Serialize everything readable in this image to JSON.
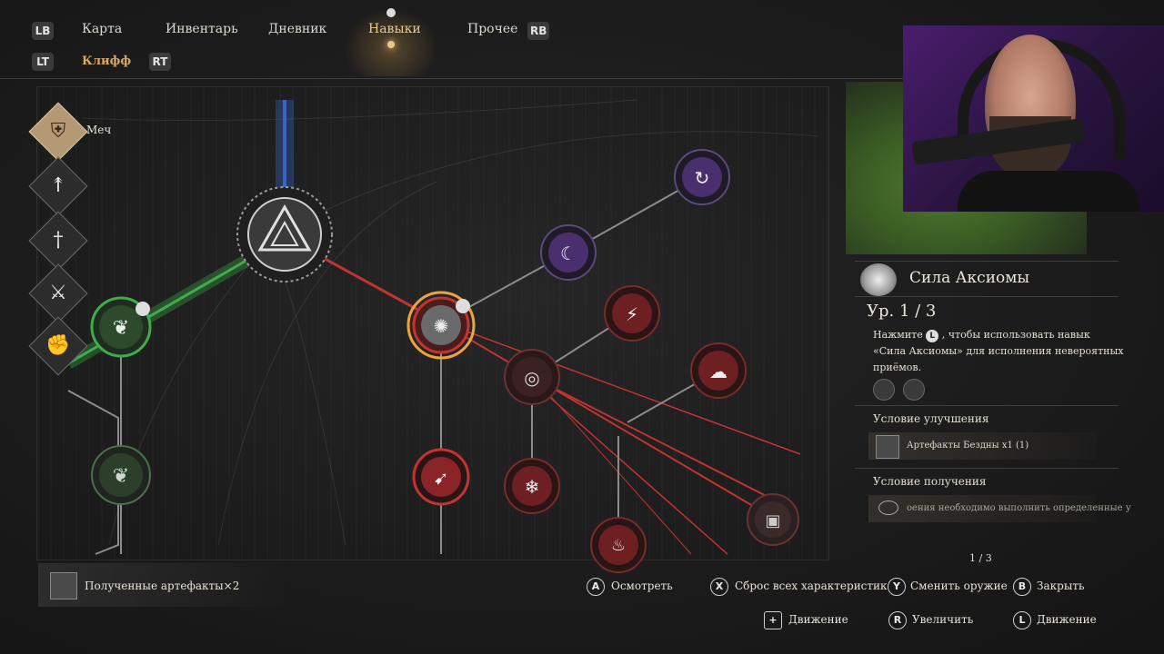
{
  "tabs": {
    "lb": "LB",
    "rb": "RB",
    "items": [
      "Карта",
      "Инвентарь",
      "Дневник",
      "Навыки",
      "Прочее"
    ],
    "active": "Навыки"
  },
  "subtabs": {
    "lt": "LT",
    "rt": "RT",
    "character": "Клифф"
  },
  "weapon_label": "Меч",
  "weapons": [
    "sword-shield-icon",
    "spear-icon",
    "dagger-icon",
    "crossed-swords-icon",
    "fist-icon"
  ],
  "skill": {
    "name": "Сила Аксиомы",
    "level": "Ур. 1 / 3",
    "desc_line1_pre": "Нажмите",
    "desc_button": "L",
    "desc_line1_post": ", чтобы использовать навык",
    "desc_line2": "«Сила Аксиомы» для исполнения невероятных",
    "desc_line3": "приёмов.",
    "upgrade_title": "Условие улучшения",
    "upgrade_item": "Артефакты Бездны x1 (1)",
    "obtain_title": "Условие получения",
    "obtain_text": "оения необходимо выполнить определенные у",
    "page": "1 / 3"
  },
  "artifacts_label": "Полученные артефакты×2",
  "hints": [
    {
      "button": "A",
      "label": "Осмотреть"
    },
    {
      "button": "X",
      "label": "Сброс всех характеристик"
    },
    {
      "button": "Y",
      "label": "Сменить оружие"
    },
    {
      "button": "B",
      "label": "Закрыть"
    },
    {
      "button": "+",
      "label": "Движение"
    },
    {
      "button": "R",
      "label": "Увеличить"
    },
    {
      "button": "L",
      "label": "Движение"
    }
  ],
  "colors": {
    "accent": "#e8c98a",
    "red_branch": "#c2342f",
    "green_branch": "#3fae4a",
    "blue_branch": "#3a63c9",
    "purple_node": "#4a2f6e",
    "selected_ring": "#f0a437"
  }
}
